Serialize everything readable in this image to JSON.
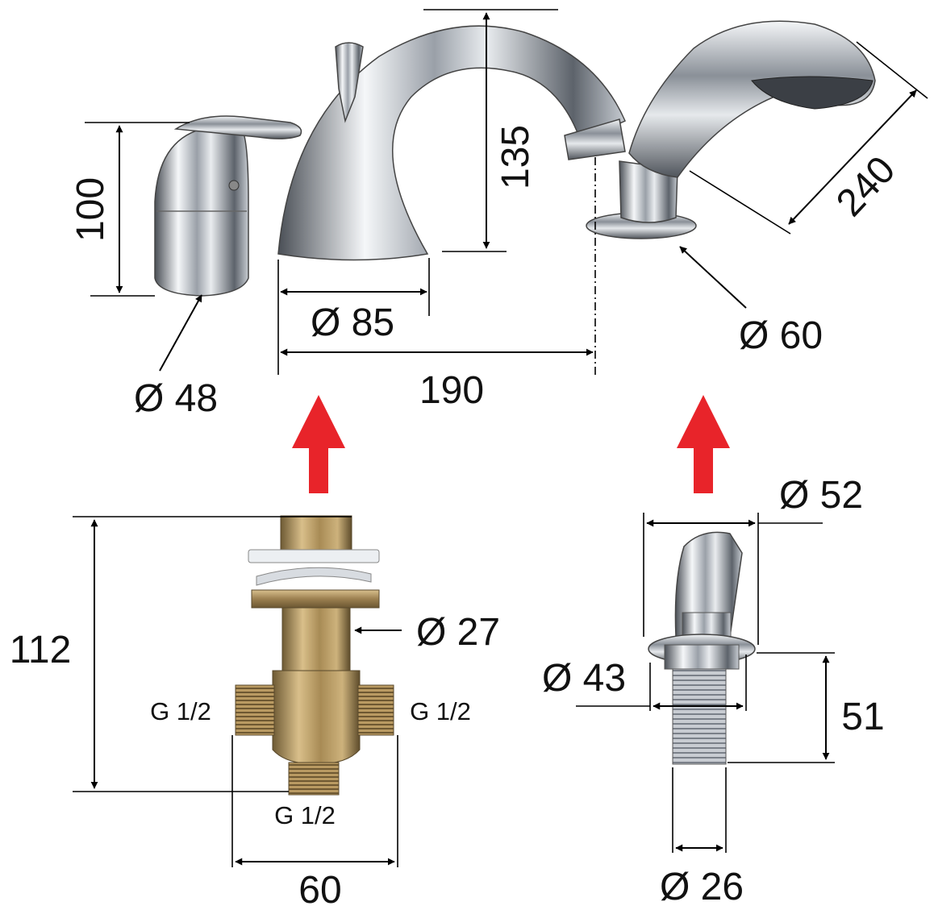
{
  "dimensions": {
    "handle_height": "100",
    "spout_height": "135",
    "shower_length": "240",
    "spout_base_diameter": "Ø 85",
    "handle_base_diameter": "Ø 48",
    "spout_to_shower_distance": "190",
    "shower_base_diameter": "Ø 60",
    "valve_height": "112",
    "valve_pipe_diameter": "Ø 27",
    "valve_width": "60",
    "connector_top_diameter": "Ø 52",
    "connector_flange_diameter": "Ø 43",
    "connector_thread_length": "51",
    "connector_thread_diameter": "Ø 26"
  },
  "thread_labels": {
    "left": "G 1/2",
    "right": "G 1/2",
    "bottom": "G 1/2"
  },
  "colors": {
    "arrow": "#e8242a",
    "dimension_lines": "#000000",
    "chrome_dark": "#5a5f66",
    "chrome_light": "#f4f6f8",
    "brass": "#b9955a"
  },
  "icons": {
    "mounting_arrow": "up-arrow-icon"
  }
}
